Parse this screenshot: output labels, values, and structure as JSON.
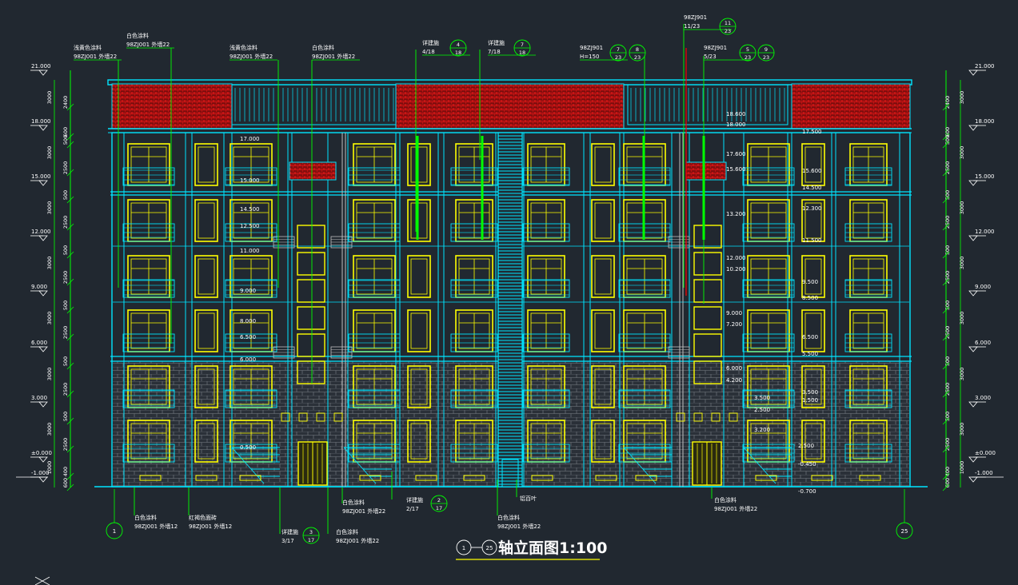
{
  "drawing": {
    "title": "轴立面图1:100",
    "axis_start": "1",
    "axis_end": "25"
  },
  "levels_left": [
    "21.000",
    "18.000",
    "15.000",
    "12.000",
    "9.000",
    "6.000",
    "3.000",
    "±0.000",
    "-1.000"
  ],
  "levels_right": [
    "21.000",
    "18.000",
    "15.000",
    "12.000",
    "9.000",
    "6.000",
    "3.000",
    "±0.000",
    "-1.000"
  ],
  "dims_outer": [
    "3000",
    "3000",
    "3000",
    "3000",
    "3000",
    "3000",
    "3000",
    "1000"
  ],
  "dims_inner": [
    "2400",
    "600",
    "500",
    "2500",
    "500",
    "2500",
    "500",
    "2500",
    "500",
    "2500",
    "500",
    "2500",
    "500",
    "2500",
    "400",
    "600"
  ],
  "inner_levels": {
    "left": [
      "17.000",
      "15.000",
      "14.500",
      "12.500",
      "11.000",
      "9.000",
      "8.000",
      "6.500",
      "6.000",
      "0.500"
    ],
    "right": [
      "18.600",
      "18.000",
      "17.600",
      "15.600",
      "13.200",
      "12.000",
      "10.200",
      "9.000",
      "7.200",
      "6.000",
      "4.200",
      "3.500",
      "2.500",
      "-0.450",
      "-0.700",
      "17.500",
      "15.600",
      "14.500",
      "12.300",
      "11.500",
      "9.500",
      "8.500",
      "6.500",
      "5.500",
      "3.500",
      "1.500",
      "3.200",
      "2.500"
    ]
  },
  "notes": {
    "top": [
      {
        "a": "浅黄色涂料",
        "b": "98ZJ001  外墙22"
      },
      {
        "a": "白色涂料",
        "b": "98ZJ001  外墙22"
      },
      {
        "a": "浅黄色涂料",
        "b": "98ZJ001  外墙22"
      },
      {
        "a": "白色涂料",
        "b": "98ZJ001  外墙22"
      },
      {
        "a": "详建施",
        "b": "4/18"
      },
      {
        "a": "详建施",
        "b": "7/18"
      },
      {
        "a": "98ZJ901",
        "b": "H=150"
      },
      {
        "a": "98ZJ901",
        "b": "11/23"
      },
      {
        "a": "98ZJ901",
        "b": "5/23"
      }
    ],
    "top_bubbles": [
      "4",
      "18",
      "7",
      "18",
      "7",
      "23",
      "8",
      "23",
      "11",
      "23",
      "5",
      "23",
      "9",
      "23"
    ],
    "bottom": [
      {
        "a": "白色涂料",
        "b": "98ZJ001  外墙12"
      },
      {
        "a": "红褐色面砖",
        "b": "98ZJ001  外墙12"
      },
      {
        "a": "详建施",
        "b": "3/17"
      },
      {
        "a": "白色涂料",
        "b": "98ZJ001  外墙22"
      },
      {
        "a": "白色涂料",
        "b": "98ZJ001  外墙22"
      },
      {
        "a": "详建施",
        "b": "2/17"
      },
      {
        "a": "铝百叶",
        "b": ""
      },
      {
        "a": "白色涂料",
        "b": "98ZJ001  外墙22"
      },
      {
        "a": "白色涂料",
        "b": "98ZJ001  外墙22"
      }
    ],
    "bottom_bubbles": [
      "3",
      "17",
      "2",
      "17"
    ]
  },
  "colors": {
    "background": "#212830",
    "outline": "#00e5ff",
    "window": "#ffff00",
    "leader": "#00ff00",
    "roof_tile": "#ff0000",
    "text": "#ffffff",
    "brick": "#808080"
  }
}
